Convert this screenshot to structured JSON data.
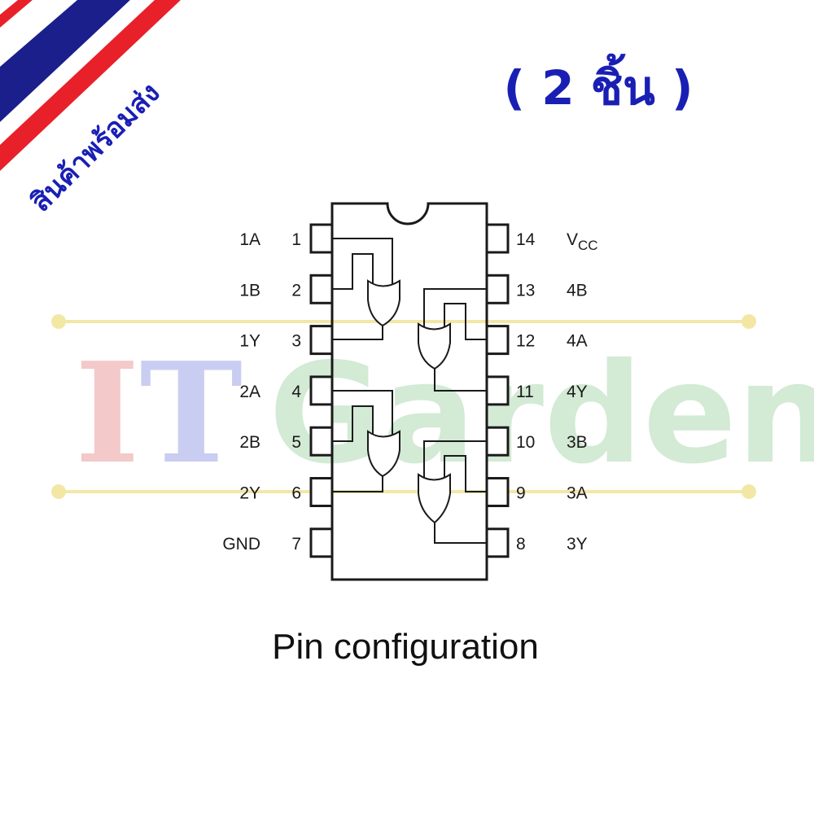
{
  "ribbon": {
    "text": "สินค้าพร้อมส่ง",
    "colors": {
      "red": "#e8202a",
      "white": "#ffffff",
      "blue": "#1a1f8c",
      "text": "#1a1fb4"
    }
  },
  "quantity_badge": {
    "text": "( 2 ชิ้น )",
    "color": "#1a1fb4"
  },
  "watermark": {
    "brand_it": "IT",
    "brand_garden": "Garden",
    "colors": {
      "i": "#f4c9c9",
      "t": "#c9cdf1",
      "garden": "#d3ead5",
      "line": "#f3e7a6"
    }
  },
  "ic": {
    "left_pins": [
      {
        "number": "1",
        "label": "1A"
      },
      {
        "number": "2",
        "label": "1B"
      },
      {
        "number": "3",
        "label": "1Y"
      },
      {
        "number": "4",
        "label": "2A"
      },
      {
        "number": "5",
        "label": "2B"
      },
      {
        "number": "6",
        "label": "2Y"
      },
      {
        "number": "7",
        "label": "GND"
      }
    ],
    "right_pins": [
      {
        "number": "14",
        "label": "VCC",
        "label_main": "V",
        "label_sub": "CC"
      },
      {
        "number": "13",
        "label": "4B"
      },
      {
        "number": "12",
        "label": "4A"
      },
      {
        "number": "11",
        "label": "4Y"
      },
      {
        "number": "10",
        "label": "3B"
      },
      {
        "number": "9",
        "label": "3A"
      },
      {
        "number": "8",
        "label": "3Y"
      }
    ],
    "gate_icon": "or-gate-icon"
  },
  "caption": "Pin configuration"
}
